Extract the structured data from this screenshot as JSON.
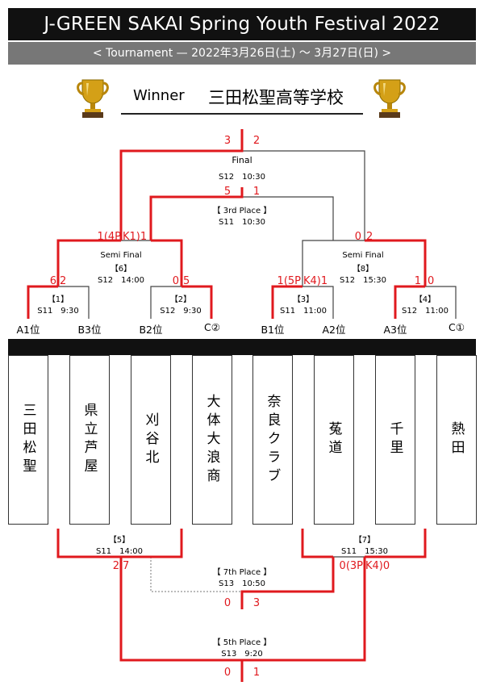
{
  "header": {
    "title": "J-GREEN SAKAI Spring Youth Festival 2022",
    "subtitle": "< Tournament — 2022年3月26日(土) 〜 3月27日(日) >"
  },
  "winner": {
    "label": "Winner",
    "name": "三田松聖高等学校"
  },
  "icons": {
    "trophy": "trophy-icon"
  },
  "colors": {
    "accent": "#e0191e",
    "line": "#444444"
  },
  "seeds": [
    "A1位",
    "B3位",
    "B2位",
    "C②",
    "B1位",
    "A2位",
    "A3位",
    "C①"
  ],
  "teams": [
    "三田松聖",
    "県立芦屋",
    "刈谷北",
    "大体大浪商",
    "奈良クラブ",
    "菟道",
    "千里",
    "熱田"
  ],
  "matches": {
    "m1": {
      "title": "【1】",
      "info": "S11　9:30",
      "score_left": "6",
      "score_right": "2"
    },
    "m2": {
      "title": "【2】",
      "info": "S12　9:30",
      "score_left": "0",
      "score_right": "5"
    },
    "m3": {
      "title": "【3】",
      "info": "S11　11:00",
      "score_left": "1(5P",
      "score_right": "K4)1"
    },
    "m4": {
      "title": "【4】",
      "info": "S12　11:00",
      "score_left": "1",
      "score_right": "0"
    },
    "m6": {
      "title": "Semi Final",
      "sub": "【6】",
      "info": "S12　14:00",
      "score_left": "1(4P",
      "score_right": "K1)1"
    },
    "m8": {
      "title": "Semi Final",
      "sub": "【8】",
      "info": "S12　15:30",
      "score_left": "0",
      "score_right": "2"
    },
    "final": {
      "title": "Final",
      "info": "S12　10:30",
      "score_left": "3",
      "score_right": "2"
    },
    "third": {
      "title": "【 3rd Place 】",
      "info": "S11　10:30",
      "score_left": "5",
      "score_right": "1"
    },
    "m5": {
      "title": "【5】",
      "info": "S11　14:00",
      "score_left": "2",
      "score_right": "7"
    },
    "m7": {
      "title": "【7】",
      "info": "S11　15:30",
      "score_left": "0(3P",
      "score_right": "K4)0"
    },
    "seventh": {
      "title": "【 7th Place 】",
      "info": "S13　10:50",
      "score_left": "0",
      "score_right": "3"
    },
    "fifth": {
      "title": "【 5th Place 】",
      "info": "S13　9:20",
      "score_left": "0",
      "score_right": "1"
    }
  }
}
